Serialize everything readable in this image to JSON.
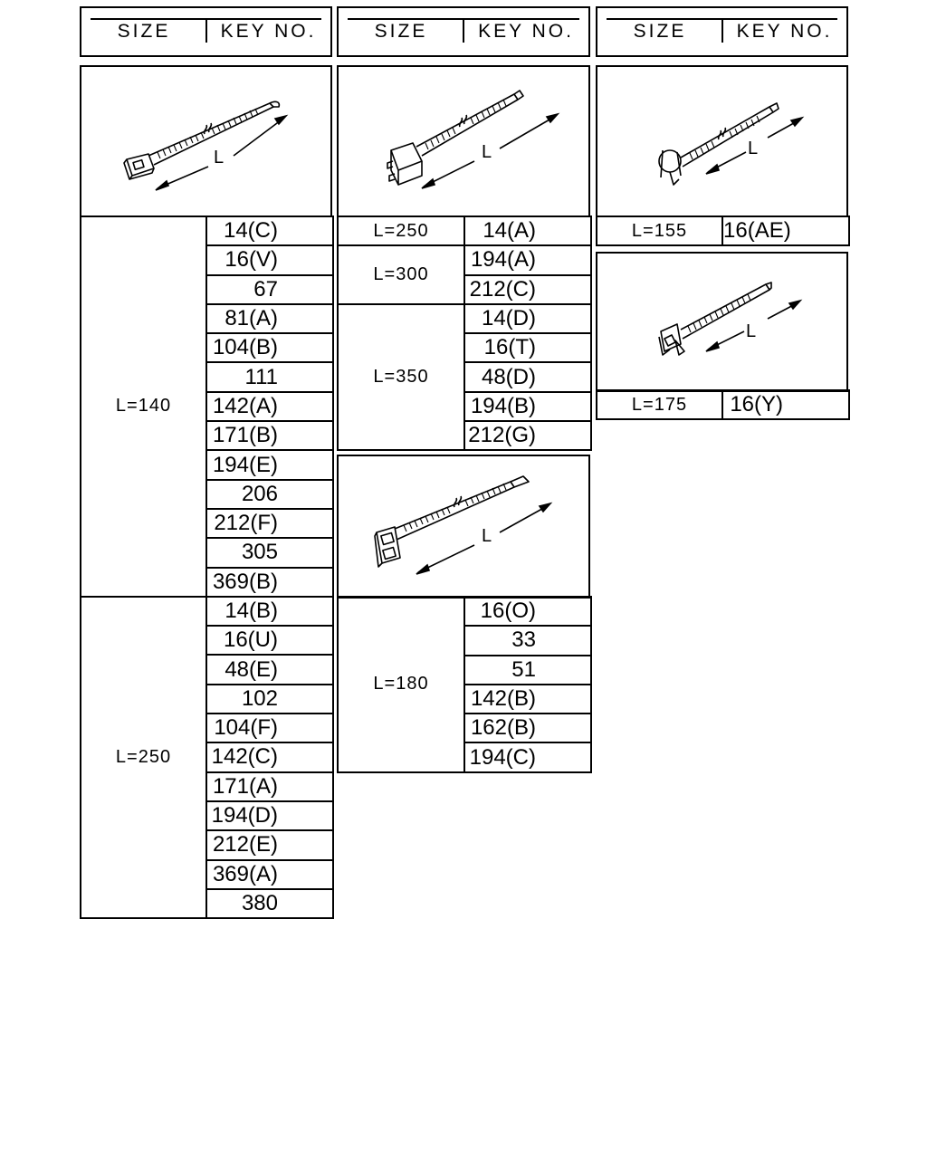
{
  "headers": [
    {
      "size": "SIZE",
      "key": "KEY NO."
    },
    {
      "size": "SIZE",
      "key": "KEY NO."
    },
    {
      "size": "SIZE",
      "key": "KEY NO."
    }
  ],
  "dimension_label": "L",
  "column1": {
    "groups": [
      {
        "size": "L=140",
        "keys": [
          "14(C)",
          "16(V)",
          "67",
          "81(A)",
          "104(B)",
          "111",
          "142(A)",
          "171(B)",
          "194(E)",
          "206",
          "212(F)",
          "305",
          "369(B)"
        ]
      },
      {
        "size": "L=250",
        "keys": [
          "14(B)",
          "16(U)",
          "48(E)",
          "102",
          "104(F)",
          "142(C)",
          "171(A)",
          "194(D)",
          "212(E)",
          "369(A)",
          "380"
        ]
      }
    ]
  },
  "column2": {
    "groups": [
      {
        "size": "L=250",
        "keys": [
          "14(A)"
        ]
      },
      {
        "size": "L=300",
        "keys": [
          "194(A)",
          "212(C)"
        ]
      },
      {
        "size": "L=350",
        "keys": [
          "14(D)",
          "16(T)",
          "48(D)",
          "194(B)",
          "212(G)"
        ]
      }
    ],
    "groups_b": [
      {
        "size": "L=180",
        "keys": [
          "16(O)",
          "33",
          "51",
          "142(B)",
          "162(B)",
          "194(C)"
        ]
      }
    ]
  },
  "column3": {
    "groups": [
      {
        "size": "L=155",
        "keys": [
          "16(AE)"
        ]
      }
    ],
    "groups_b": [
      {
        "size": "L=175",
        "keys": [
          "16(Y)"
        ]
      }
    ]
  }
}
